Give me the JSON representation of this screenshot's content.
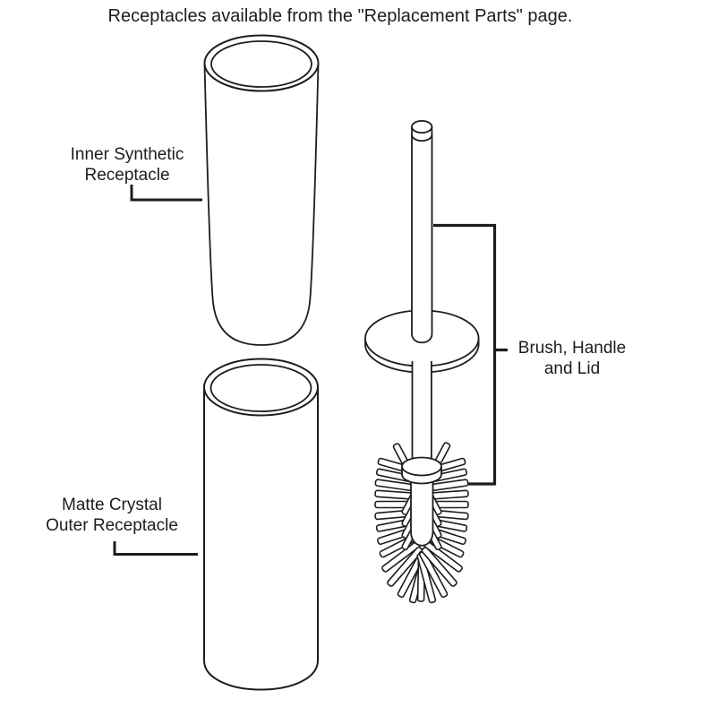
{
  "title": "Receptacles available from the \"Replacement Parts\" page.",
  "labels": {
    "inner_receptacle": "Inner Synthetic\nReceptacle",
    "outer_receptacle": "Matte Crystal\nOuter Receptacle",
    "brush_handle_lid": "Brush, Handle\nand Lid"
  },
  "colors": {
    "line": "#1d1d1d",
    "text": "#1d1d1d",
    "background": "#ffffff",
    "shape_fill": "#ffffff"
  }
}
